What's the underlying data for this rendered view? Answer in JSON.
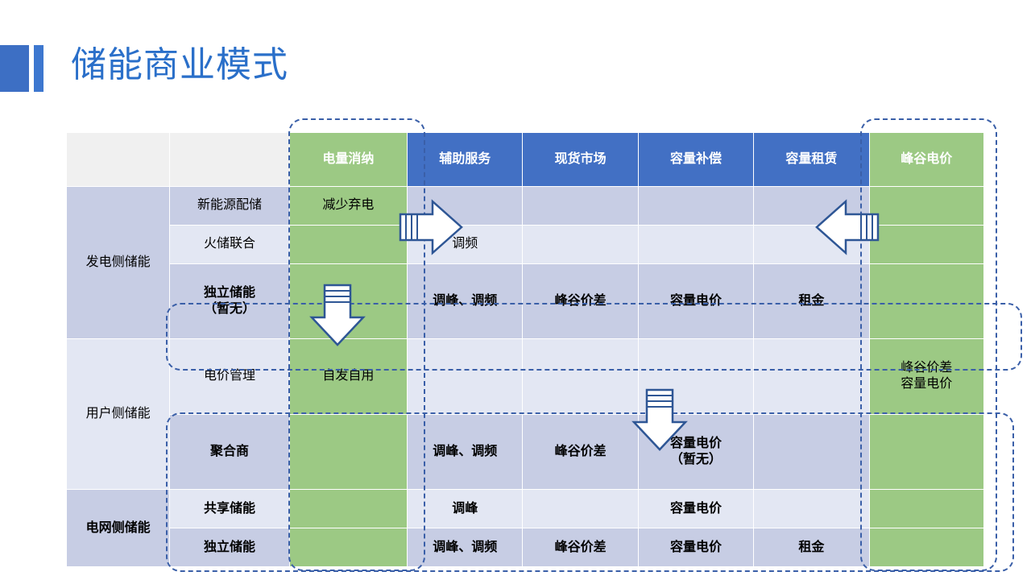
{
  "slide": {
    "title": "储能商业模式"
  },
  "table": {
    "corner_labels": [
      "",
      ""
    ],
    "columns": [
      {
        "label": "电量消纳",
        "style": "green"
      },
      {
        "label": "辅助服务",
        "style": "blue"
      },
      {
        "label": "现货市场",
        "style": "blue"
      },
      {
        "label": "容量补偿",
        "style": "blue"
      },
      {
        "label": "容量租赁",
        "style": "blue"
      },
      {
        "label": "峰谷电价",
        "style": "green"
      }
    ],
    "groups": [
      {
        "label": "发电侧储能",
        "bold": false,
        "rows": [
          {
            "label": "新能源配储",
            "bold": false,
            "cells": [
              "减少弃电",
              "",
              "",
              "",
              "",
              ""
            ]
          },
          {
            "label": "火储联合",
            "bold": false,
            "cells": [
              "",
              "调频",
              "",
              "",
              "",
              ""
            ]
          },
          {
            "label": "独立储能\n（暂无）",
            "bold": true,
            "cells": [
              "",
              "调峰、调频",
              "峰谷价差",
              "容量电价",
              "租金",
              ""
            ]
          }
        ]
      },
      {
        "label": "用户侧储能",
        "bold": false,
        "rows": [
          {
            "label": "电价管理",
            "bold": false,
            "cells": [
              "自发自用",
              "",
              "",
              "",
              "",
              "峰谷价差\n容量电价"
            ]
          },
          {
            "label": "聚合商",
            "bold": true,
            "cells": [
              "",
              "调峰、调频",
              "峰谷价差",
              "容量电价\n（暂无）",
              "",
              ""
            ]
          }
        ]
      },
      {
        "label": "电网侧储能",
        "bold": true,
        "rows": [
          {
            "label": "共享储能",
            "bold": true,
            "cells": [
              "",
              "调峰",
              "",
              "容量电价",
              "",
              ""
            ]
          },
          {
            "label": "独立储能",
            "bold": true,
            "cells": [
              "",
              "调峰、调频",
              "峰谷价差",
              "容量电价",
              "租金",
              ""
            ]
          }
        ]
      }
    ]
  },
  "annotations": {
    "arrows": [
      {
        "name": "arrow-right-from-dianliangxiaona",
        "direction": "right"
      },
      {
        "name": "arrow-left-to-fenggudianjia",
        "direction": "left"
      },
      {
        "name": "arrow-down-green-column",
        "direction": "down"
      },
      {
        "name": "arrow-down-rongliangdianjia",
        "direction": "down"
      }
    ],
    "callouts": [
      {
        "name": "callout-dianliangxiaona-column",
        "shape": "dashed-rounded-rect"
      },
      {
        "name": "callout-fenggudianjia-column",
        "shape": "dashed-rounded-rect"
      },
      {
        "name": "callout-duli-chuneng-row",
        "shape": "dashed-rounded-rect"
      },
      {
        "name": "callout-bottom-rows",
        "shape": "dashed-rounded-rect"
      }
    ]
  },
  "colors": {
    "title_blue": "#2a6fc9",
    "header_blue": "#4270c4",
    "header_green": "#9cc984",
    "row_dark": "#c7cde4",
    "row_light": "#e3e7f3",
    "dashed_outline": "#3a5fa8",
    "arrow_outline": "#2e5695"
  }
}
